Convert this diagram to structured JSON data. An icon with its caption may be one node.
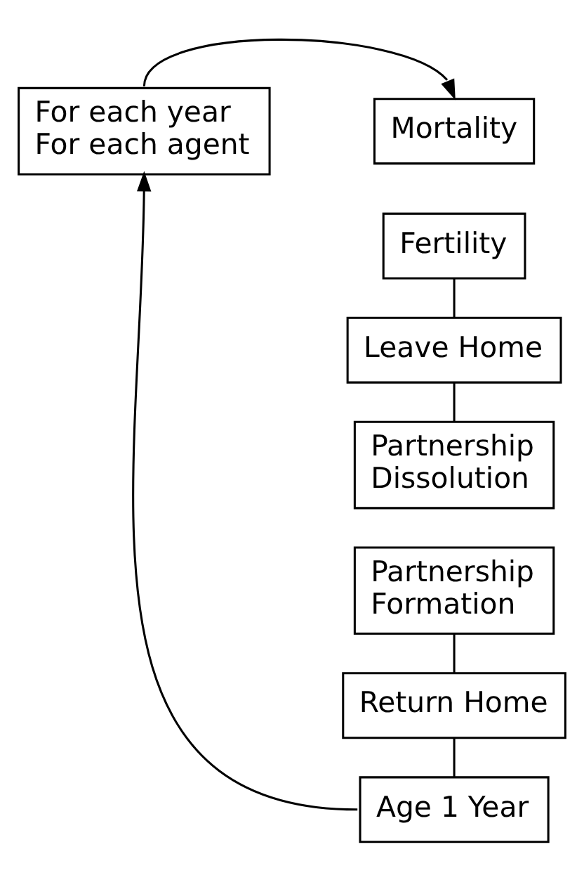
{
  "diagram": {
    "nodes": [
      {
        "text": [
          "For each year",
          "For each agent"
        ]
      },
      {
        "text": [
          "Mortality"
        ]
      },
      {
        "text": [
          "Fertility"
        ]
      },
      {
        "text": [
          "Leave Home"
        ]
      },
      {
        "text": [
          "Partnership Dissolution"
        ]
      },
      {
        "text": [
          "Partnership Formation"
        ]
      },
      {
        "text": [
          "Return Home"
        ]
      },
      {
        "text": [
          "Age 1 Year"
        ]
      }
    ],
    "edges": [
      {
        "from": 0,
        "to": 1,
        "arrow": "to"
      },
      {
        "from": 2,
        "to": 3,
        "arrow": "none"
      },
      {
        "from": 3,
        "to": 4,
        "arrow": "none"
      },
      {
        "from": 5,
        "to": 6,
        "arrow": "none"
      },
      {
        "from": 6,
        "to": 7,
        "arrow": "none"
      },
      {
        "from": 7,
        "to": 0,
        "arrow": "to"
      }
    ]
  }
}
